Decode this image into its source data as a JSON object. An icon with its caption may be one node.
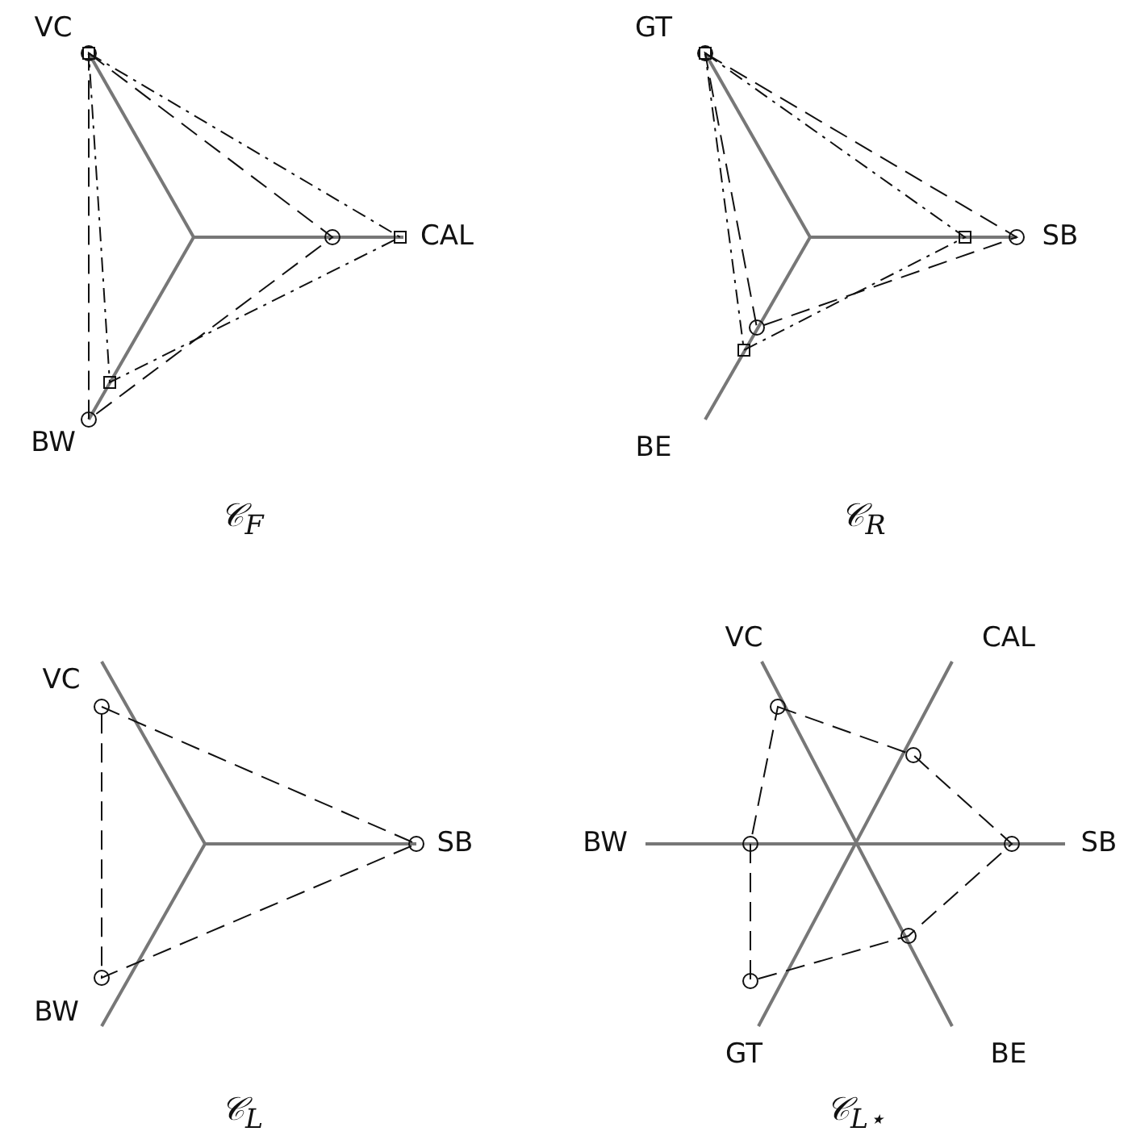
{
  "diagram": {
    "labels": [
      "VC",
      "CAL",
      "BW",
      "𝒞$_{F}$",
      "GT",
      "SB",
      "BE",
      "𝒞$_{R}$",
      "VC",
      "SB",
      "BW",
      "𝒞$_{L}$",
      "VC",
      "CAL",
      "BW",
      "SB",
      "GT",
      "BE",
      "𝒞$_{L⋆}$"
    ]
  }
}
